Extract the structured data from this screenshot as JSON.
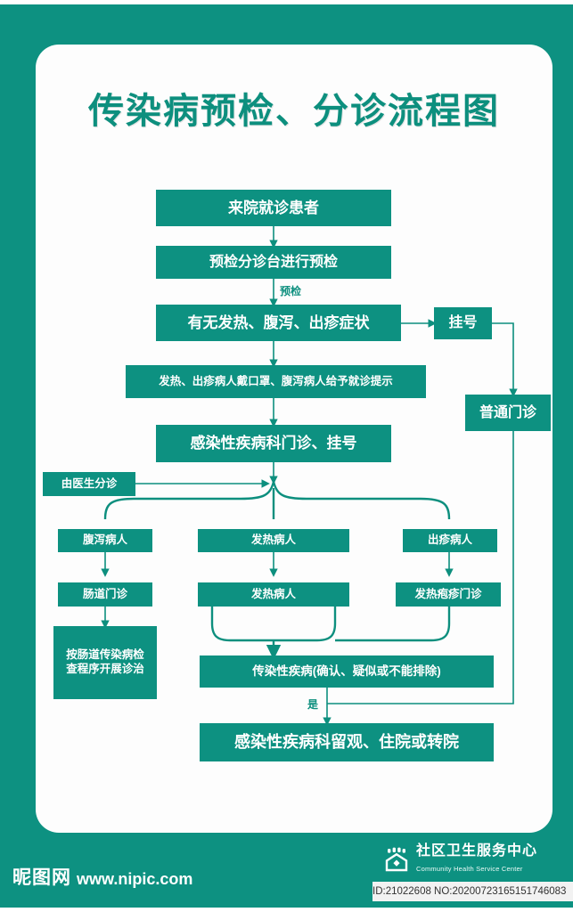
{
  "title": "传染病预检、分诊流程图",
  "colors": {
    "brand_green": "#0d9181",
    "panel_white": "#fdfdfd",
    "title_green": "#0d8f7e"
  },
  "nodes": {
    "n1": "来院就诊患者",
    "n2": "预检分诊台进行预检",
    "n3": "有无发热、腹泻、出疹症状",
    "n4": "发热、出疹病人戴口罩、腹泻病人给予就诊提示",
    "n5": "感染性疾病科门诊、挂号",
    "n6": "挂号",
    "n7": "普通门诊",
    "n8": "由医生分诊",
    "n9": "腹泻病人",
    "n10": "肠道门诊",
    "n11": "按肠道传染病检\n查程序开展诊治",
    "n12": "发热病人",
    "n13": "发热病人",
    "n14": "出疹病人",
    "n15": "发热疱疹门诊",
    "n16": "传染性疾病(确认、疑似或不能排除)",
    "n17": "感染性疾病科留观、住院或转院"
  },
  "edge_labels": {
    "e1": "预检",
    "e2": "是"
  },
  "footer": {
    "logo_cn": "社区卫生服务中心",
    "logo_en": "Community Health Service Center",
    "id_line": "ID:21022608 NO:20200723165151746083"
  },
  "watermark": {
    "cn": "昵图网",
    "url": "www.nipic.com"
  }
}
